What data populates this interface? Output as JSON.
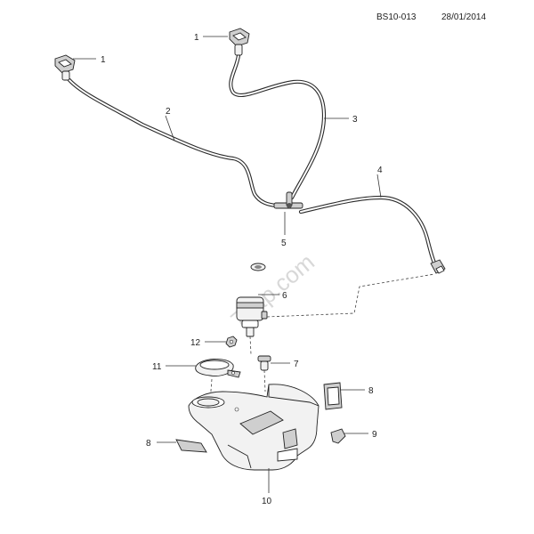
{
  "header": {
    "code": "BS10-013",
    "date": "28/01/2014"
  },
  "watermark": "7zap.com",
  "callouts": {
    "c1a": "1",
    "c1b": "1",
    "c2": "2",
    "c3": "3",
    "c4": "4",
    "c5": "5",
    "c6": "6",
    "c7": "7",
    "c8a": "8",
    "c8b": "8",
    "c9": "9",
    "c10": "10",
    "c11": "11",
    "c12": "12"
  }
}
